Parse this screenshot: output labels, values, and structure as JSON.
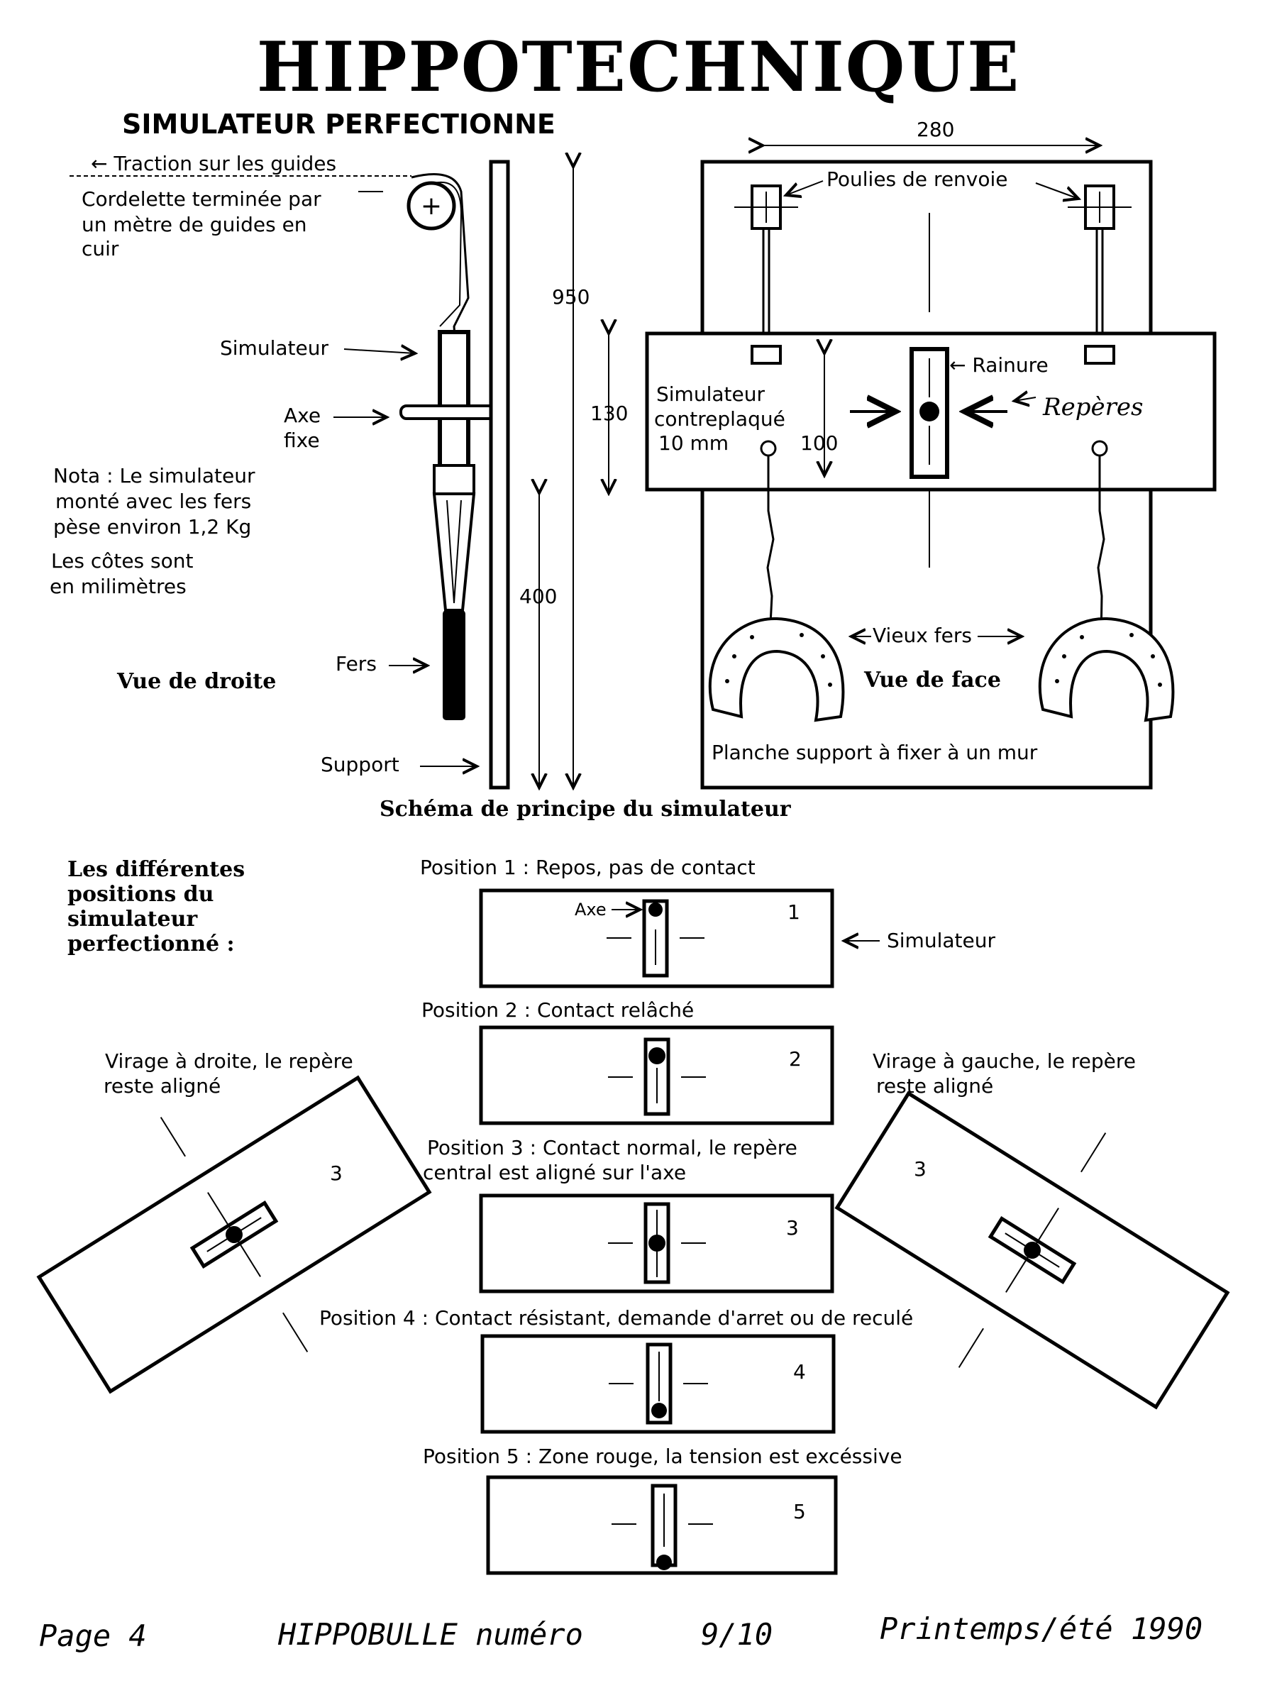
{
  "header": {
    "title": "HIPPOTECHNIQUE",
    "subtitle": "SIMULATEUR PERFECTIONNE"
  },
  "side_view": {
    "traction": "← Traction sur les guides",
    "cord_line1": "Cordelette terminée par",
    "cord_line2": "un mètre de guides en",
    "cord_line3": "cuir",
    "simulateur": "Simulateur",
    "axe_line1": "Axe",
    "axe_line2": "fixe",
    "nota_line1": "Nota : Le simulateur",
    "nota_line2": "monté avec les fers",
    "nota_line3": "pèse environ 1,2 Kg",
    "cotes_line1": "Les côtes sont",
    "cotes_line2": "en milimètres",
    "fers": "Fers",
    "view_label": "Vue de droite",
    "support": "Support",
    "dim_950": "950",
    "dim_400": "400"
  },
  "front_view": {
    "dim_280": "280",
    "poulies": "Poulies de renvoie",
    "rainure": "← Rainure",
    "reperes": "Repères",
    "sim_line1": "Simulateur",
    "sim_line2": "contreplaqué",
    "sim_line3": "10 mm",
    "dim_130": "130",
    "dim_100": "100",
    "vieux_fers": "Vieux fers",
    "view_label": "Vue de face",
    "planche": "Planche support à fixer à un mur"
  },
  "schema_caption": "Schéma de principe du simulateur",
  "positions_title": {
    "line1": "Les différentes",
    "line2": "positions du",
    "line3": "simulateur",
    "line4": "perfectionné :"
  },
  "positions": [
    {
      "caption": "Position 1 : Repos, pas de contact",
      "number": "1",
      "axe_label": "Axe",
      "side_label": "Simulateur"
    },
    {
      "caption": "Position 2 : Contact relâché",
      "number": "2"
    },
    {
      "caption_line1": "Position 3 : Contact normal, le repère",
      "caption_line2": "central est aligné sur l'axe",
      "number": "3"
    },
    {
      "caption": "Position 4 : Contact résistant, demande d'arret ou de reculé",
      "number": "4"
    },
    {
      "caption": "Position 5 : Zone rouge, la tension est excéssive",
      "number": "5"
    }
  ],
  "virage_droite": {
    "line1": "Virage à droite, le repère",
    "line2": "reste aligné",
    "number": "3"
  },
  "virage_gauche": {
    "line1": "Virage à gauche, le repère",
    "line2": "reste aligné",
    "number": "3"
  },
  "footer": {
    "page": "Page 4",
    "journal": "HIPPOBULLE  numéro",
    "issue": "9/10",
    "season": "Printemps/été 1990"
  }
}
